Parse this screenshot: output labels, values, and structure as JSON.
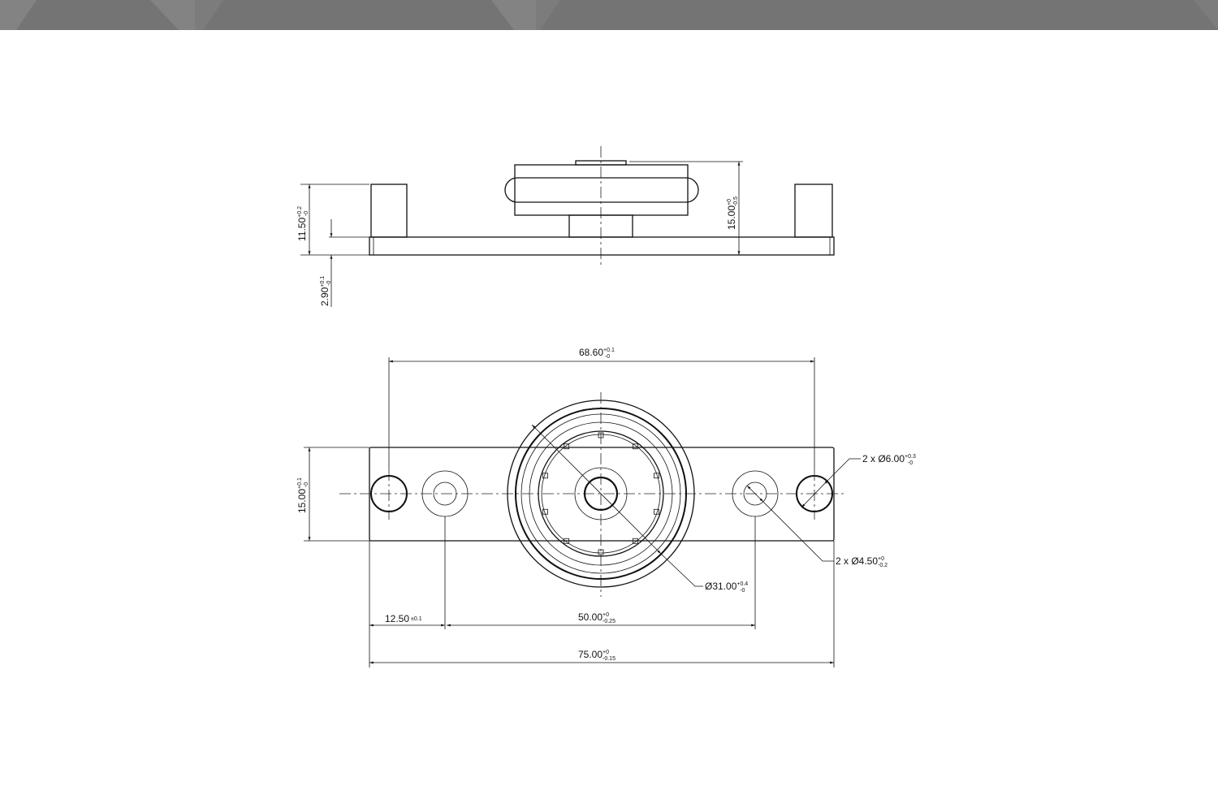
{
  "header": {
    "color": "#747474"
  },
  "side_view": {
    "height_total": {
      "value": "15.00",
      "upper": "+0",
      "lower": "-0.5"
    },
    "post_height": {
      "value": "11.50",
      "upper": "+0.2",
      "lower": "-0"
    },
    "plate_thickness": {
      "value": "2.90",
      "upper": "+0.1",
      "lower": "-0"
    }
  },
  "top_view": {
    "post_spacing": {
      "value": "68.60",
      "upper": "+0.1",
      "lower": "-0"
    },
    "plate_width": {
      "value": "15.00",
      "upper": "+0.1",
      "lower": "-0"
    },
    "edge_to_hole": {
      "value": "12.50",
      "tol": "±0.1"
    },
    "hole_spacing": {
      "value": "50.00",
      "upper": "+0",
      "lower": "-0.25"
    },
    "plate_length": {
      "value": "75.00",
      "upper": "+0",
      "lower": "-0.15"
    },
    "wheel_diameter": {
      "value": "Ø31.00",
      "upper": "+0.4",
      "lower": "-0"
    },
    "post_hole": {
      "value": "2 x Ø6.00",
      "upper": "+0.3",
      "lower": "-0"
    },
    "mount_hole": {
      "value": "2 x Ø4.50",
      "upper": "+0",
      "lower": "-0.2"
    }
  }
}
